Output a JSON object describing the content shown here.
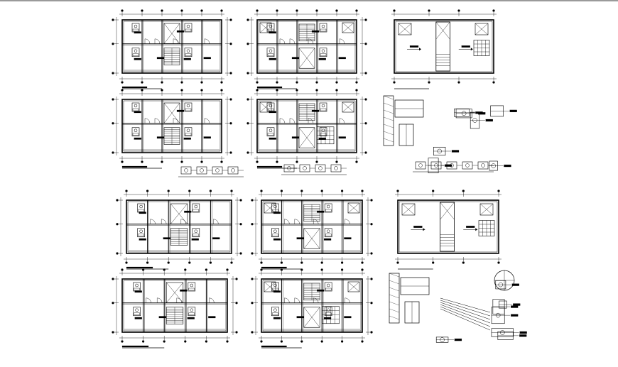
{
  "drawing": {
    "line_color": "#000000",
    "background": "#ffffff",
    "top_rule_color": "#9a9a9a",
    "sheet_rows": [
      [
        "floor-plan",
        "floor-plan",
        "roof-plan"
      ],
      [
        "floor-plan",
        "floor-plan",
        "section-details"
      ],
      [
        "floor-plan",
        "floor-plan",
        "floor-plan"
      ],
      [
        "floor-plan",
        "floor-plan",
        "section-details"
      ]
    ]
  }
}
